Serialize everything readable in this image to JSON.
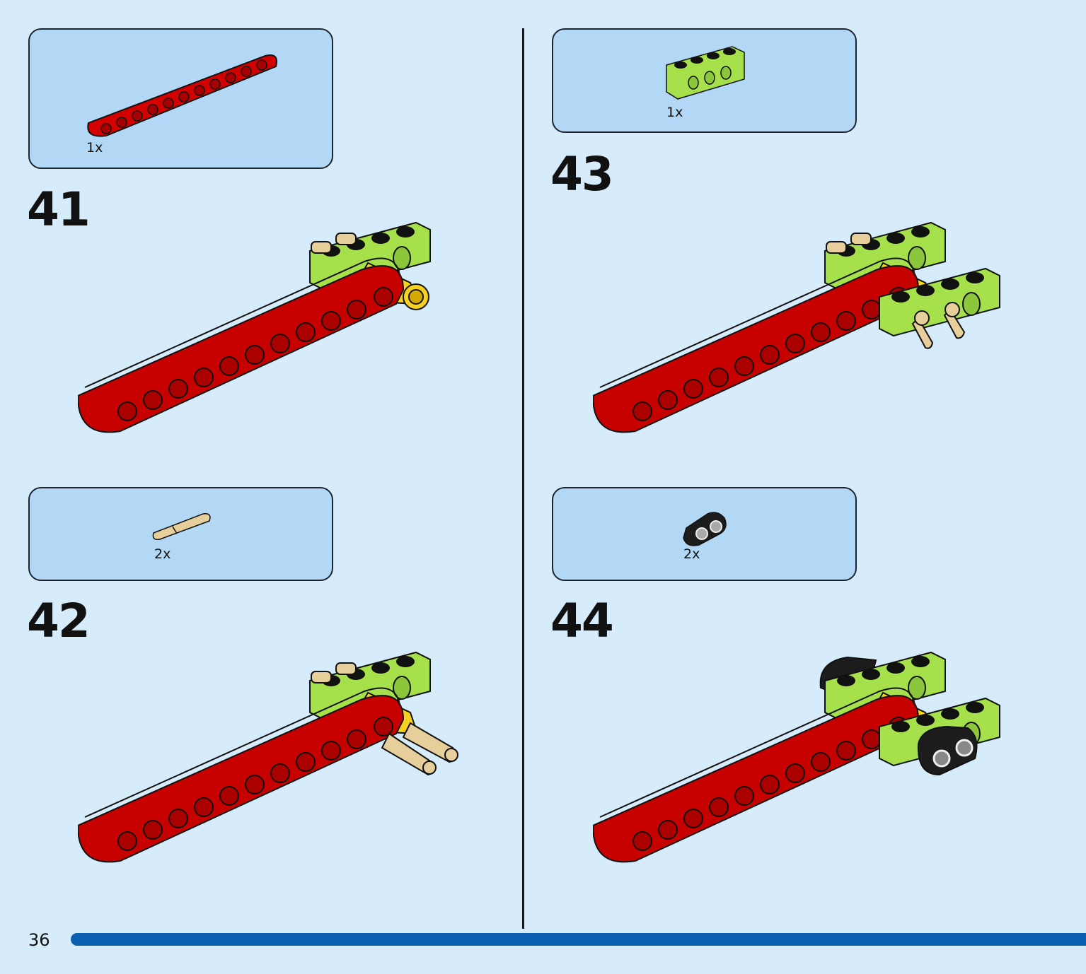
{
  "steps": [
    {
      "number": "41",
      "quantity": "1x",
      "part": "red-beam-11-icon"
    },
    {
      "number": "42",
      "quantity": "2x",
      "part": "tan-axle-pin-icon"
    },
    {
      "number": "43",
      "quantity": "1x",
      "part": "lime-brick-1x4-icon"
    },
    {
      "number": "44",
      "quantity": "2x",
      "part": "black-connector-2x-icon"
    }
  ],
  "page": {
    "number": "36"
  },
  "colors": {
    "background": "#d6ecfb",
    "parts_box": "#b3d8f5",
    "beam_red": "#d40000",
    "brick_lime": "#a6e04a",
    "bush_yellow": "#f6d21e",
    "pin_tan": "#e6cf9a",
    "progress": "#0a5fb0"
  }
}
